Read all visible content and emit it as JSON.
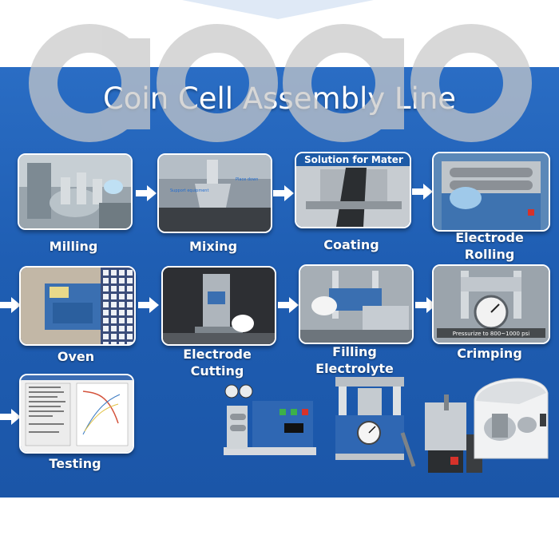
{
  "title": "Coin Cell Assembly Line",
  "steps": [
    {
      "label": "Milling"
    },
    {
      "label": "Mixing"
    },
    {
      "label": "Coating"
    },
    {
      "label": "Electrode\nRolling"
    },
    {
      "label": "Oven"
    },
    {
      "label": "Electrode\nCutting"
    },
    {
      "label": "Filling\nElectrolyte"
    },
    {
      "label": "Crimping"
    },
    {
      "label": "Testing"
    }
  ],
  "photo_captions": {
    "coating_banner": "Solution for Mater",
    "crimping_gauge": "Pressurize to 800~1000 psi"
  },
  "colors": {
    "panel_blue": "#1f5eb3",
    "watermark_gray": "#c9c9c9",
    "card_border": "#ffffff",
    "text": "#ffffff"
  },
  "watermark_text": "aoao"
}
